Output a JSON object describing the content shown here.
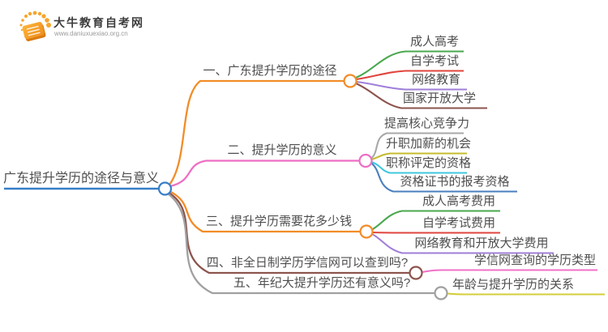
{
  "logo": {
    "title": "大牛教育自考网",
    "url": "www.daniuxuexiao.org.cn",
    "icon": "book-icon",
    "brand_color": "#f59a1f"
  },
  "mindmap": {
    "root": {
      "label": "广东提升学历的途径与意义",
      "color": "#377fc7"
    },
    "branches": [
      {
        "label": "一、广东提升学历的途径",
        "color": "#f28c28",
        "children": [
          {
            "label": "成人高考",
            "color": "#4aa84e"
          },
          {
            "label": "自学考试",
            "color": "#e0453e"
          },
          {
            "label": "网络教育",
            "color": "#a07fd8"
          },
          {
            "label": "国家开放大学",
            "color": "#8c554e"
          }
        ]
      },
      {
        "label": "二、提升学历的意义",
        "color": "#ed6fc4",
        "children": [
          {
            "label": "提高核心竞争力",
            "color": "#a8a8a8"
          },
          {
            "label": "升职加薪的机会",
            "color": "#c4bc2e"
          },
          {
            "label": "职称评定的资格",
            "color": "#3fc8de"
          },
          {
            "label": "资格证书的报考资格",
            "color": "#4a7fbe"
          }
        ]
      },
      {
        "label": "三、提升学历需要花多少钱",
        "color": "#f28c28",
        "children": [
          {
            "label": "成人高考费用",
            "color": "#4aa84e"
          },
          {
            "label": "自学考试费用",
            "color": "#e0453e"
          },
          {
            "label": "网络教育和开放大学费用",
            "color": "#a07fd8"
          }
        ]
      },
      {
        "label": "四、非全日制学历学信网可以查到吗?",
        "color": "#8c554e",
        "children": [
          {
            "label": "学信网查询的学历类型",
            "color": "#f070c8"
          }
        ]
      },
      {
        "label": "五、年纪大提升学历还有意义吗?",
        "color": "#a0a0a0",
        "children": [
          {
            "label": "年龄与提升学历的关系",
            "color": "#d4ce3a"
          }
        ]
      }
    ]
  }
}
